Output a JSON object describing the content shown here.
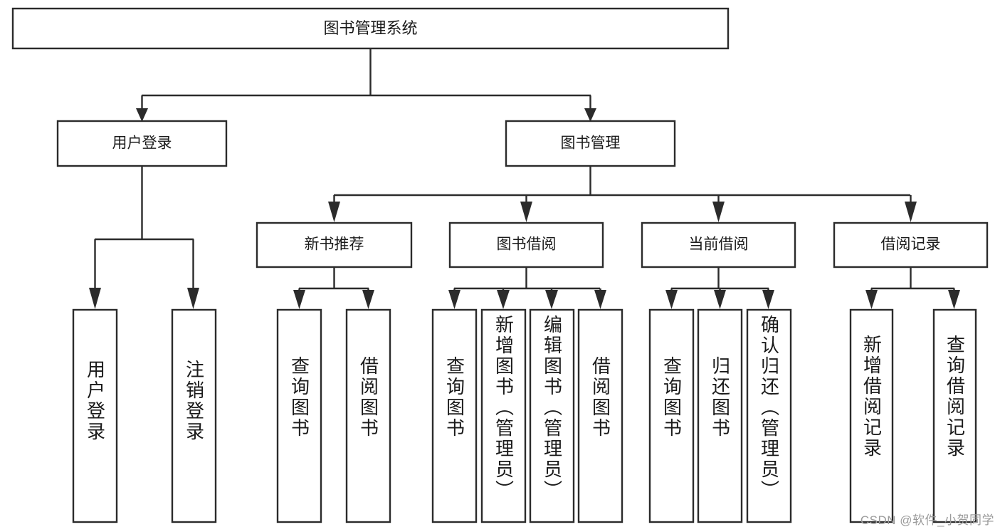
{
  "diagram": {
    "title": "图书管理系统",
    "type": "tree-hierarchy-chart",
    "orientation": "top-down",
    "colors": {
      "box_stroke": "#2b2b2b",
      "box_fill": "#ffffff",
      "edge": "#2b2b2b",
      "text": "#1a1a1a",
      "background": "#ffffff",
      "watermark": "#9a9a9a"
    },
    "root": {
      "label": "图书管理系统"
    },
    "level2": [
      {
        "label": "用户登录"
      },
      {
        "label": "图书管理"
      }
    ],
    "level3": [
      {
        "label": "新书推荐"
      },
      {
        "label": "图书借阅"
      },
      {
        "label": "当前借阅"
      },
      {
        "label": "借阅记录"
      }
    ],
    "leaves": {
      "user_login": [
        {
          "label": "用户登录"
        },
        {
          "label": "注销登录"
        }
      ],
      "new_book_recommend": [
        {
          "label": "查询图书"
        },
        {
          "label": "借阅图书"
        }
      ],
      "book_borrow": [
        {
          "label": "查询图书"
        },
        {
          "label": "新增图书（管理员）"
        },
        {
          "label": "编辑图书（管理员）"
        },
        {
          "label": "借阅图书"
        }
      ],
      "current_borrow": [
        {
          "label": "查询图书"
        },
        {
          "label": "归还图书"
        },
        {
          "label": "确认归还（管理员）"
        }
      ],
      "borrow_record": [
        {
          "label": "新增借阅记录"
        },
        {
          "label": "查询借阅记录"
        }
      ]
    },
    "watermark": "CSDN @软件_小贺同学"
  }
}
